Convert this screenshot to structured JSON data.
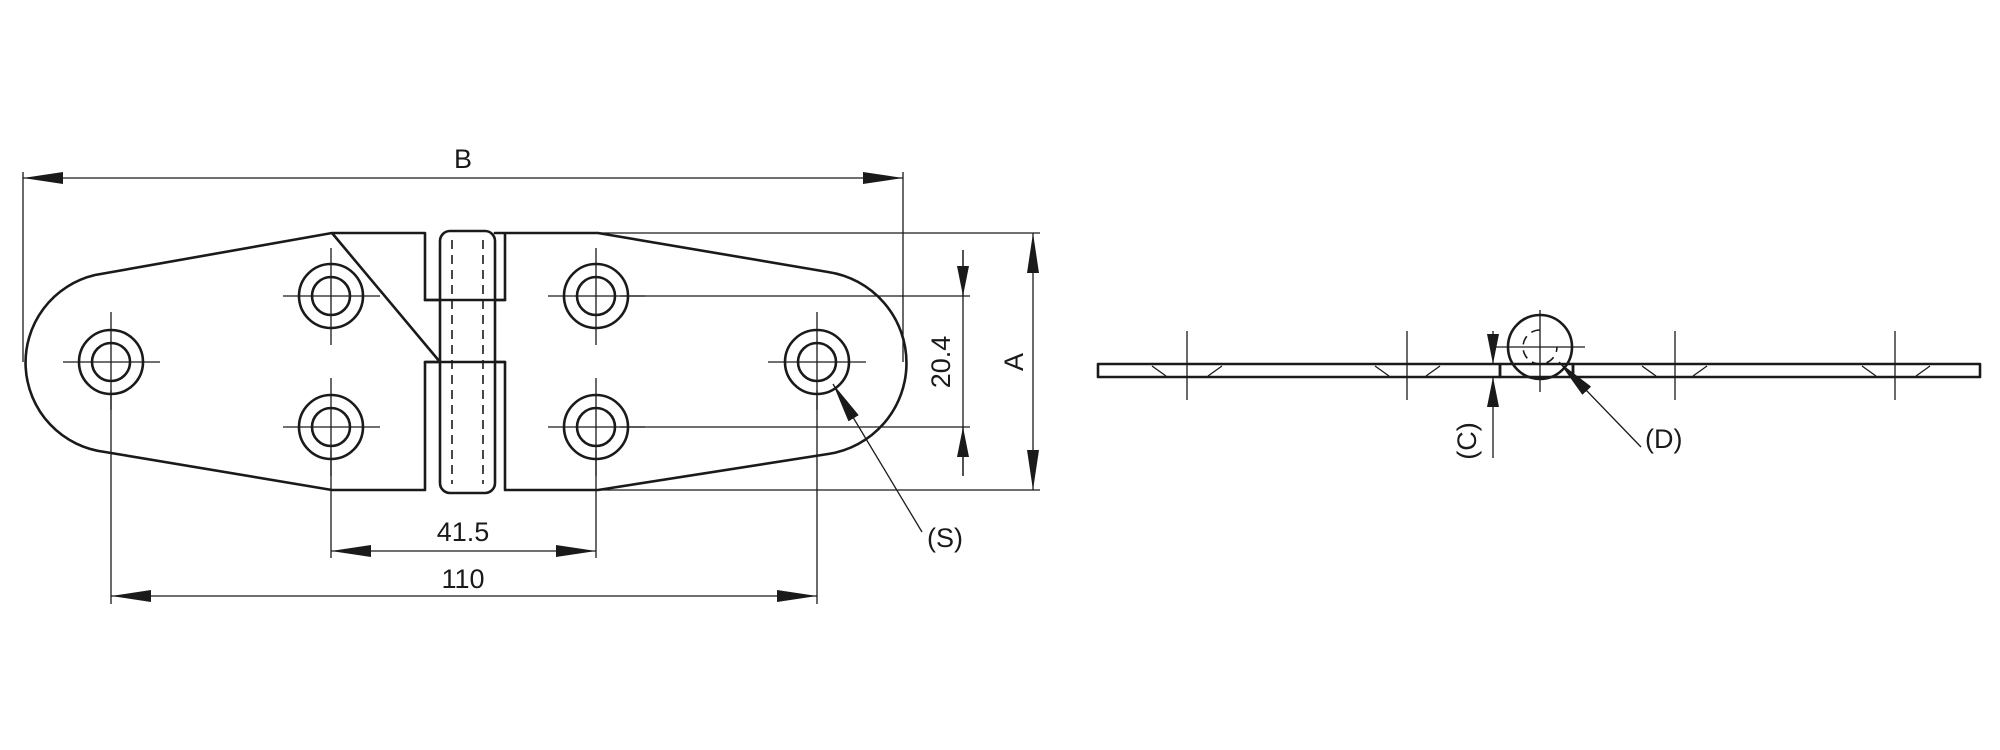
{
  "drawing": {
    "labels": {
      "overall_length": "B",
      "height": "A",
      "hole_spacing_vertical": "20.4",
      "hole_spacing_horizontal": "41.5",
      "hole_span": "110",
      "screw_hole": "(S)",
      "pin_diameter": "(D)",
      "thickness": "(C)"
    },
    "stroke_color": "#1a1a1a",
    "background_color": "#ffffff"
  }
}
